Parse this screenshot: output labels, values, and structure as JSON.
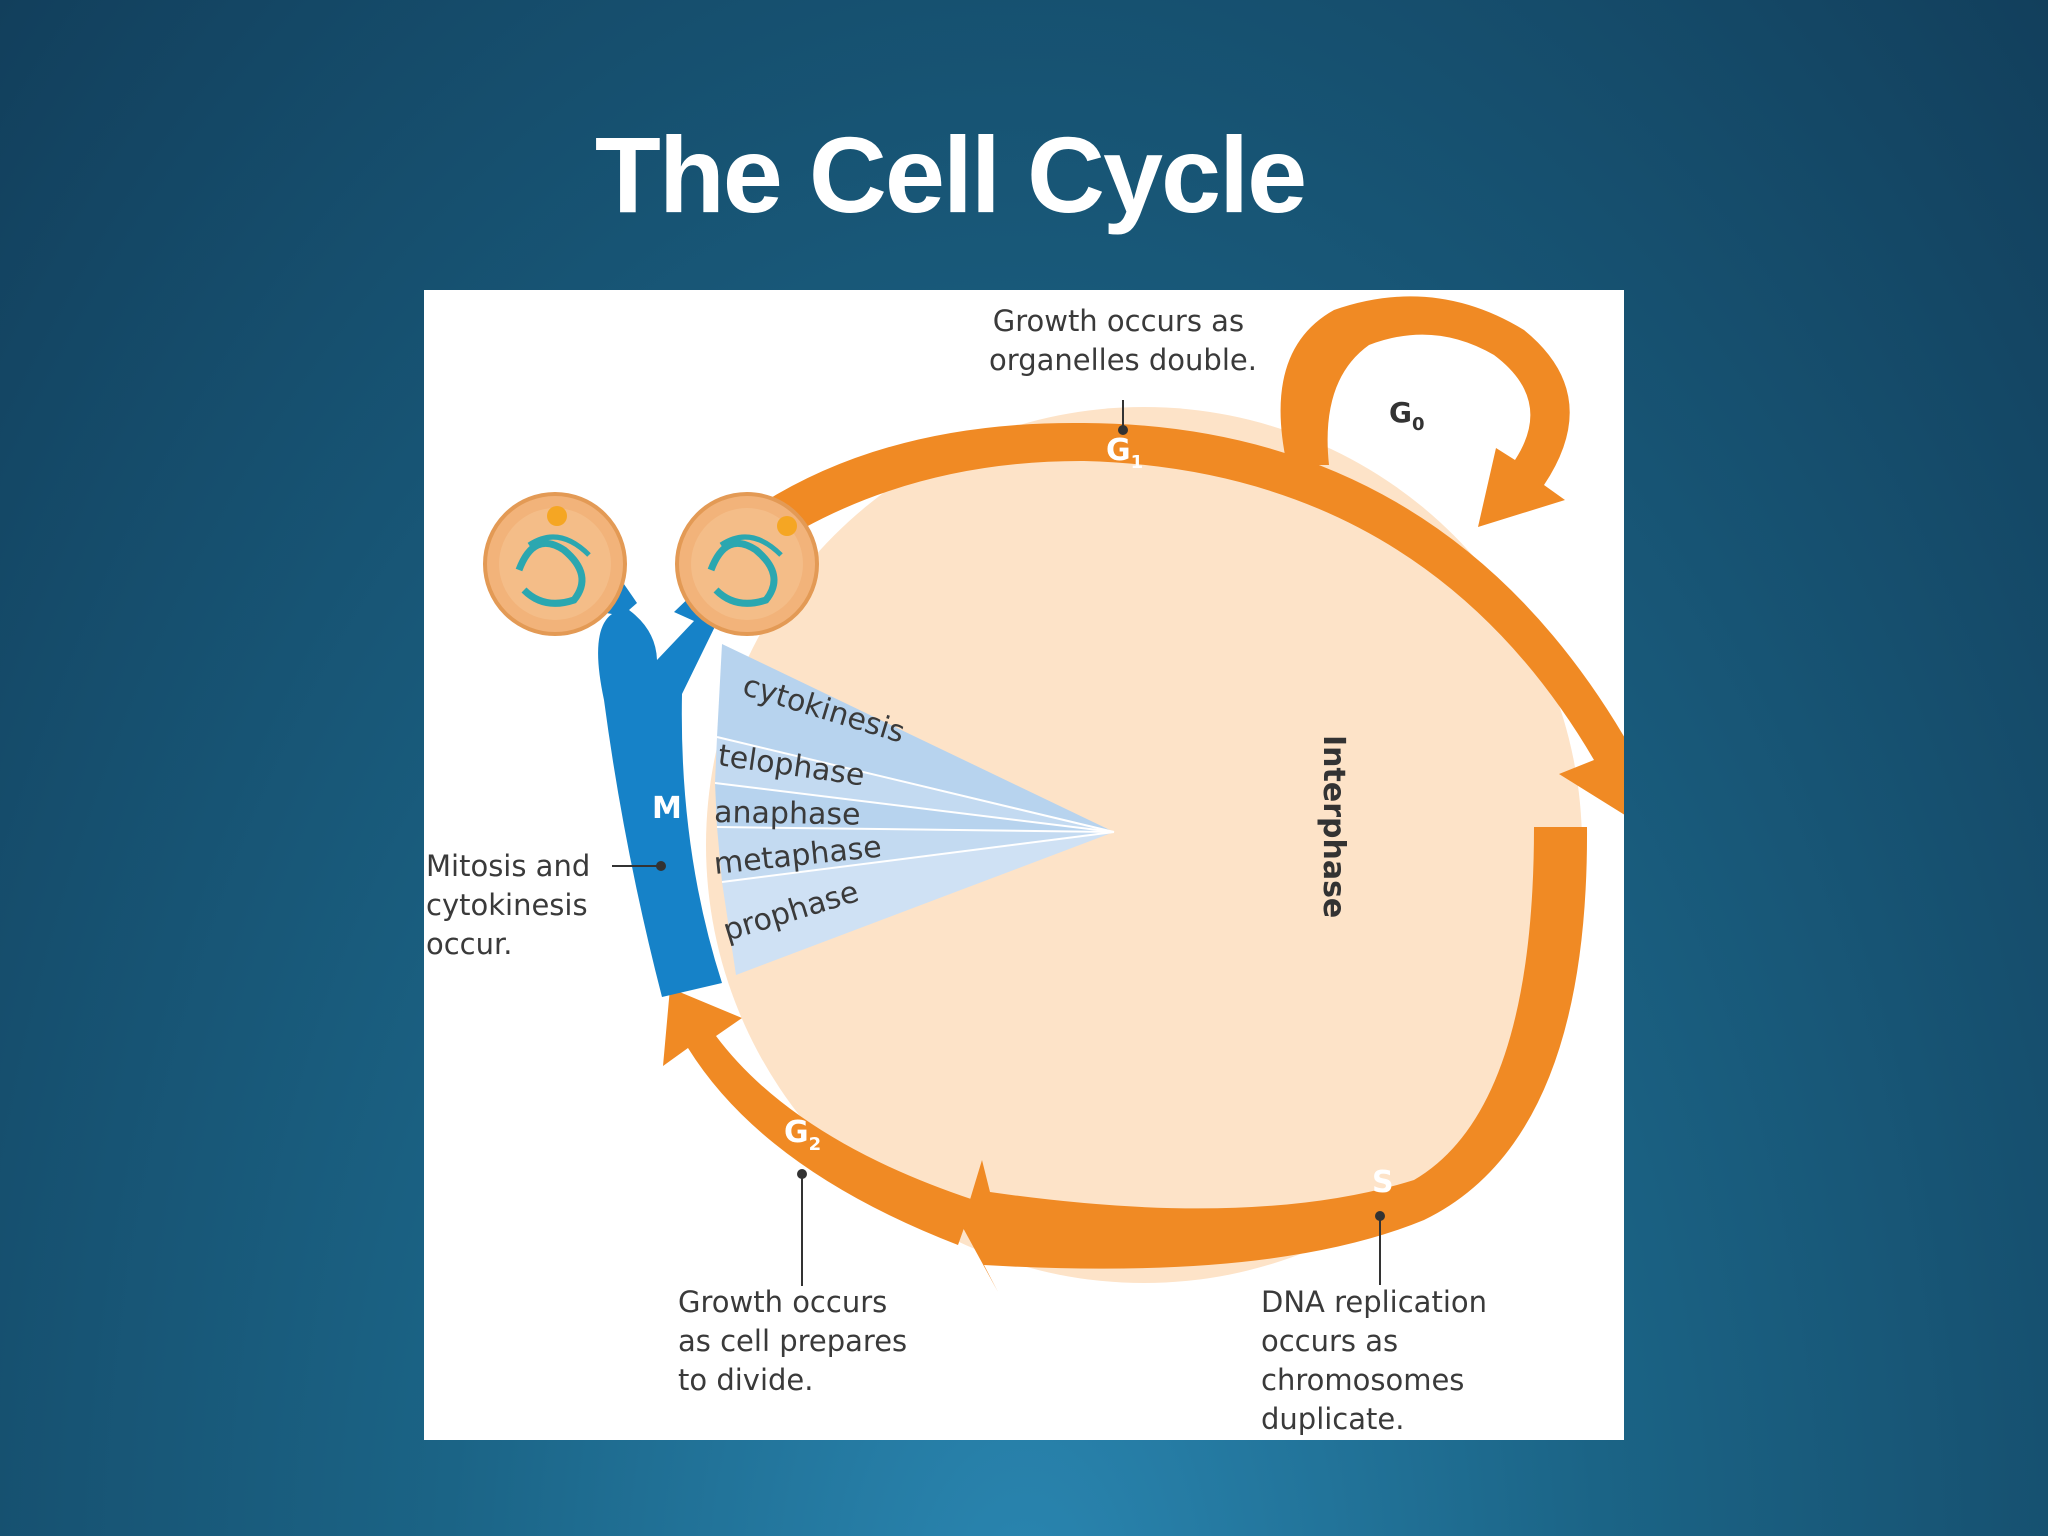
{
  "slide": {
    "title": "The Cell Cycle"
  },
  "diagram": {
    "stages": {
      "g1": "G",
      "g1_sub": "1",
      "g0": "G",
      "g0_sub": "0",
      "s": "S",
      "g2": "G",
      "g2_sub": "2",
      "m": "M"
    },
    "center_label": "Interphase",
    "mitosis_phases": [
      "cytokinesis",
      "telophase",
      "anaphase",
      "metaphase",
      "prophase"
    ],
    "annotations": {
      "g1": [
        "Growth occurs as",
        "organelles double."
      ],
      "m": [
        "Mitosis and",
        "cytokinesis",
        "occur."
      ],
      "g2": [
        "Growth occurs",
        "as cell prepares",
        "to divide."
      ],
      "s": [
        "DNA replication",
        "occurs as",
        "chromosomes",
        "duplicate."
      ]
    },
    "colors": {
      "arrow_orange": "#f08a24",
      "mitosis_blue": "#1682c8",
      "fan_blue": "#bcd6ee",
      "interphase_fill": "#fde3c8"
    }
  }
}
